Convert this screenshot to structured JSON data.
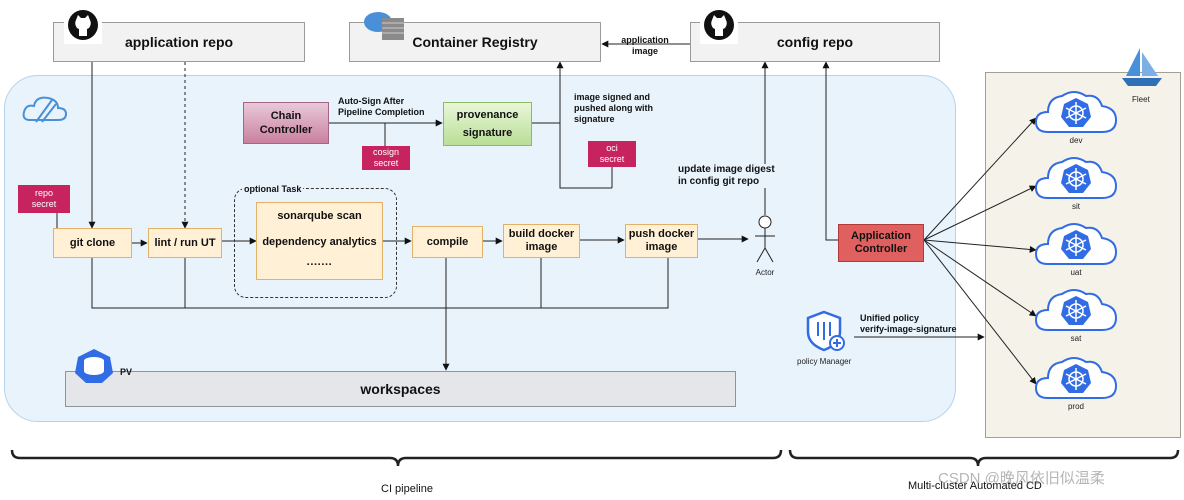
{
  "repos": {
    "application_repo": "application repo",
    "container_registry": "Container Registry",
    "config_repo": "config repo",
    "application_image": "application\nimage"
  },
  "ci": {
    "chain_controller": "Chain\nController",
    "auto_sign": "Auto-Sign After\nPipeline Completion",
    "provenance": "provenance\nsignature",
    "cosign_secret": "cosign\nsecret",
    "image_signed": "image signed and\npushed along with\nsignature",
    "oci_secret": "oci\nsecret",
    "update_digest": "update image digest\nin config git repo",
    "repo_secret": "repo\nsecret",
    "optional_task": "optional Task",
    "git_clone": "git clone",
    "lint": "lint / run UT",
    "sonarqube": "sonarqube scan",
    "dependency": "dependency analytics",
    "dots": "·······",
    "compile": "compile",
    "build_docker": "build docker\nimage",
    "push_docker": "push docker\nimage",
    "actor": "Actor",
    "pv": "PV",
    "workspaces": "workspaces"
  },
  "cd": {
    "application_controller": "Application\nController",
    "fleet": "Fleet",
    "clusters": [
      "dev",
      "sit",
      "uat",
      "sat",
      "prod"
    ],
    "policy_manager": "policy Manager",
    "unified_policy": "Unified policy\nverify-image-signature"
  },
  "footer": {
    "ci_pipeline": "CI pipeline",
    "multi_cluster": "Multi-cluster Automated CD",
    "watermark": "CSDN @晚风依旧似温柔"
  },
  "colors": {
    "ci_background": "#e8f3fc",
    "orange_fill": "#fff0d6",
    "secret": "#c7245f",
    "app_controller": "#e06060",
    "kube_blue": "#326ce5"
  }
}
